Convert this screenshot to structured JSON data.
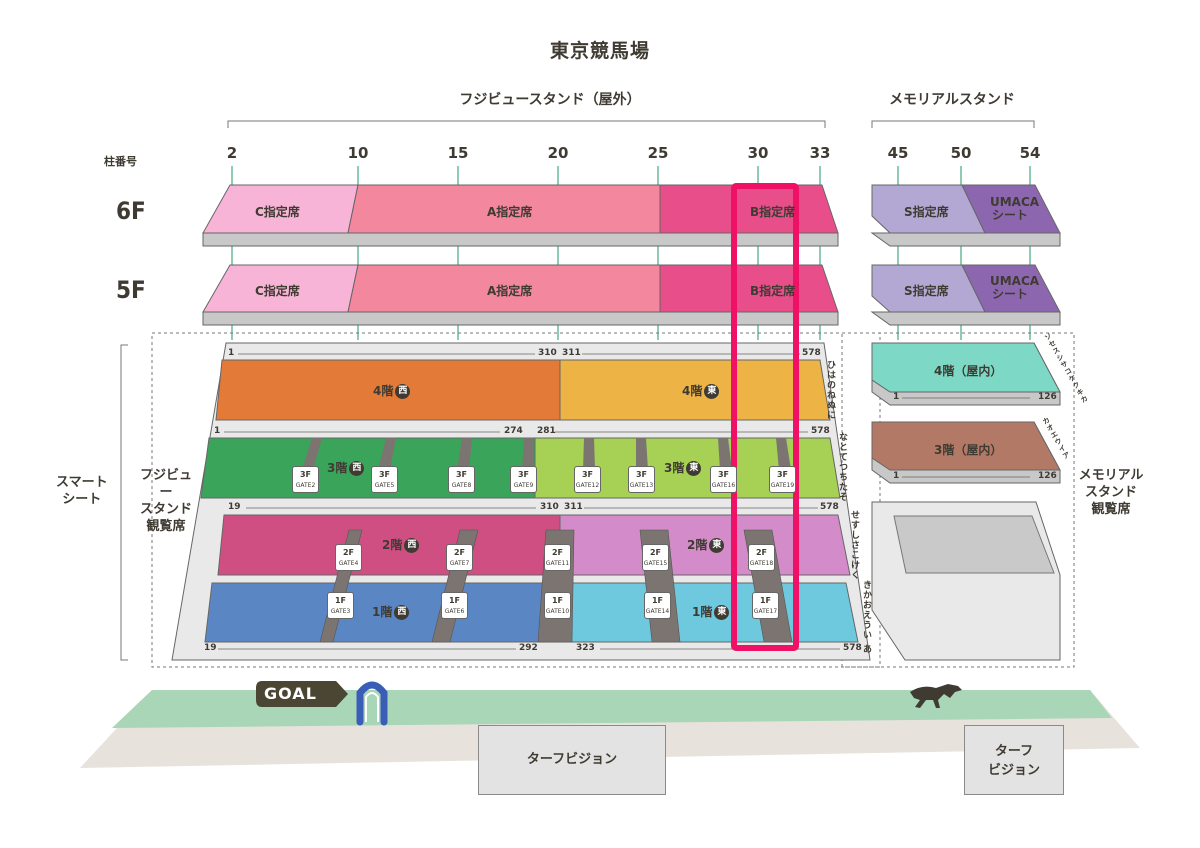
{
  "title": "東京競馬場",
  "stands": {
    "fuji": "フジビュースタンド（屋外）",
    "memorial": "メモリアルスタンド"
  },
  "pillar_header": "柱番号",
  "pillars": [
    "2",
    "10",
    "15",
    "20",
    "25",
    "30",
    "33",
    "45",
    "50",
    "54"
  ],
  "floors": {
    "f6": "6F",
    "f5": "5F",
    "c_seat": "C指定席",
    "a_seat": "A指定席",
    "b_seat": "B指定席",
    "s_seat": "S指定席",
    "umaca_line1": "UMACA",
    "umaca_line2": "シート"
  },
  "smart_seat": {
    "line1": "スマート",
    "line2": "シート"
  },
  "fuji_seats_label": {
    "line1": "フジビュー",
    "line2": "スタンド",
    "line3": "観覧席"
  },
  "memorial_seats_label": {
    "line1": "メモリアル",
    "line2": "スタンド",
    "line3": "観覧席"
  },
  "levels": {
    "west": "西",
    "east": "東",
    "f4": "4階",
    "f3": "3階",
    "f2": "2階",
    "f1": "1階",
    "m4": "4階（屋内）",
    "m3": "3階（屋内）"
  },
  "row_numbers": {
    "r4": [
      "1",
      "310",
      "311",
      "578"
    ],
    "r3": [
      "1",
      "274",
      "281",
      "578"
    ],
    "r2": [
      "19",
      "310",
      "311",
      "578"
    ],
    "r1": [
      "19",
      "292",
      "323",
      "578"
    ],
    "m4": [
      "1",
      "126"
    ],
    "m3": [
      "1",
      "126"
    ]
  },
  "side_kana": {
    "r4": "ひはのねぬに",
    "r3": "なとてつちたそ",
    "r2": "せすしさこけく",
    "r1": "きかおえうい あ",
    "m4": "ソセスシサコケクキカ",
    "m3": "カオエウイア"
  },
  "gates": [
    {
      "floor": "3F",
      "name": "GATE2"
    },
    {
      "floor": "3F",
      "name": "GATE5"
    },
    {
      "floor": "3F",
      "name": "GATE8"
    },
    {
      "floor": "3F",
      "name": "GATE9"
    },
    {
      "floor": "3F",
      "name": "GATE12"
    },
    {
      "floor": "3F",
      "name": "GATE13"
    },
    {
      "floor": "3F",
      "name": "GATE16"
    },
    {
      "floor": "3F",
      "name": "GATE19"
    },
    {
      "floor": "2F",
      "name": "GATE4"
    },
    {
      "floor": "2F",
      "name": "GATE7"
    },
    {
      "floor": "2F",
      "name": "GATE11"
    },
    {
      "floor": "2F",
      "name": "GATE15"
    },
    {
      "floor": "2F",
      "name": "GATE18"
    },
    {
      "floor": "1F",
      "name": "GATE3"
    },
    {
      "floor": "1F",
      "name": "GATE6"
    },
    {
      "floor": "1F",
      "name": "GATE10"
    },
    {
      "floor": "1F",
      "name": "GATE14"
    },
    {
      "floor": "1F",
      "name": "GATE17"
    }
  ],
  "goal": "GOAL",
  "turf_vision": "ターフビジョン",
  "turf_vision_small": {
    "line1": "ターフ",
    "line2": "ビジョン"
  },
  "colors": {
    "c_seat": "#f7b4d6",
    "a_seat": "#f2879e",
    "b_seat": "#e84f8a",
    "s_seat": "#b2a8d3",
    "umaca": "#8d66b0",
    "floor4_west": "#e37a37",
    "floor4_east": "#edb345",
    "floor3_west": "#3aa55a",
    "floor3_east": "#a6d154",
    "floor2_west": "#d04f82",
    "floor2_east": "#d48bc9",
    "floor1_west": "#5a86c4",
    "floor1_east": "#6fc9de",
    "memorial_4f": "#7dd9c5",
    "memorial_3f": "#b27a66",
    "highlight": "#ee1166",
    "track": "#a9d6b7"
  }
}
